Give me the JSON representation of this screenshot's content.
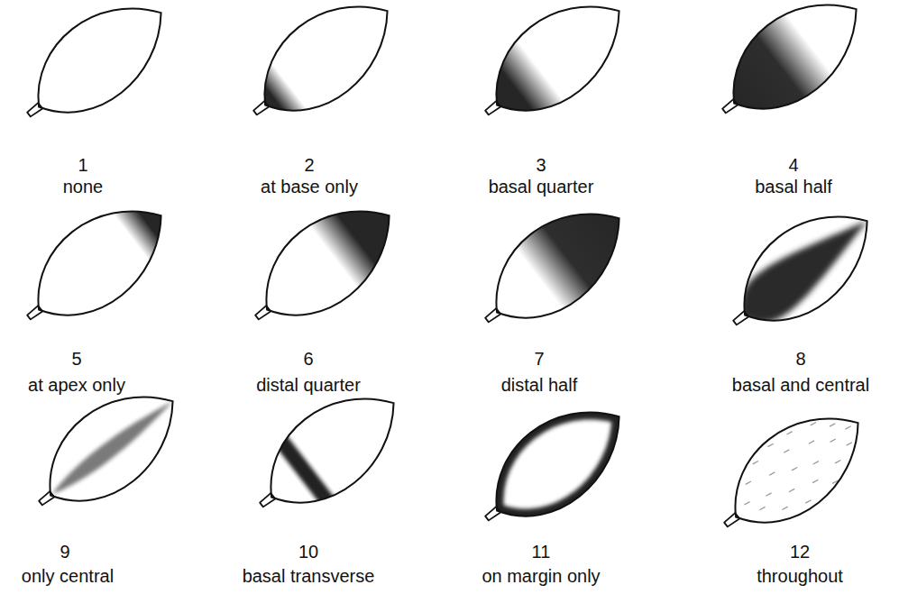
{
  "diagram": {
    "labels": [
      "1",
      "none",
      "2",
      "at base only",
      "3",
      "basal quarter",
      "4",
      "basal half",
      "5",
      "at apex only",
      "6",
      "distal quarter",
      "7",
      "distal half",
      "8",
      "basal and central",
      "9",
      "only central",
      "10",
      "basal transverse",
      "11",
      "on margin only",
      "12",
      "throughout"
    ]
  }
}
